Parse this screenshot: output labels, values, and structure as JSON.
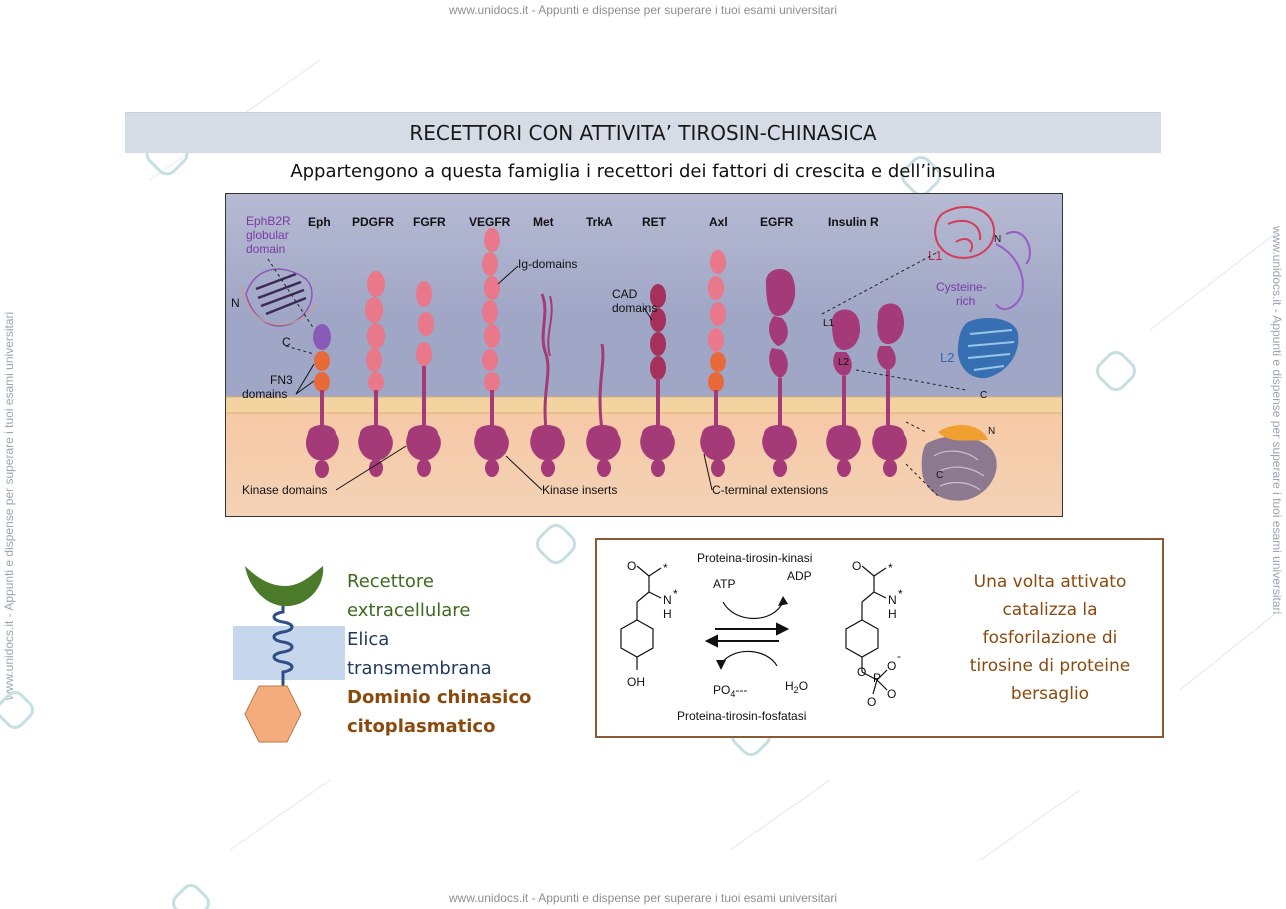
{
  "watermark": {
    "top": "www.unidocs.it - Appunti e dispense per superare i tuoi esami universitari",
    "bottom": "www.unidocs.it - Appunti e dispense per superare i tuoi esami universitari",
    "side": "www.unidocs.it - Appunti e dispense per superare i tuoi esami universitari"
  },
  "slide": {
    "title": "RECETTORI CON ATTIVITA’ TIROSIN-CHINASICA",
    "subtitle": "Appartengono a questa famiglia i recettori dei fattori di crescita e dell’insulina"
  },
  "figure": {
    "receptors": [
      "Eph",
      "PDGFR",
      "FGFR",
      "VEGFR",
      "Met",
      "TrkA",
      "RET",
      "Axl",
      "EGFR",
      "Insulin R"
    ],
    "labels": {
      "ephb2r": [
        "EphB2R",
        "globular",
        "domain"
      ],
      "fn3": [
        "FN3",
        "domains"
      ],
      "ig": "Ig-domains",
      "cad": [
        "CAD",
        "domains"
      ],
      "kinase_domains": "Kinase domains",
      "kinase_inserts": "Kinase inserts",
      "cterm": "C-terminal extensions",
      "l1": "L1",
      "l2": "L2",
      "cys": [
        "Cysteine-",
        "rich"
      ],
      "n": "N",
      "c": "C"
    },
    "colors": {
      "pink": "#e8788a",
      "magenta": "#a53a78",
      "purple": "#8a5ab8",
      "orange": "#e86a3a",
      "membrane": "#f3d4a0",
      "bg_top": "#9ea4c4",
      "bg_bottom": "#f5cca6"
    }
  },
  "legend": {
    "extracellular": [
      "Recettore",
      "extracellulare"
    ],
    "transmembrane": [
      "Elica",
      "transmembrana"
    ],
    "kinase": [
      "Dominio chinasico",
      "citoplasmatico"
    ],
    "colors": {
      "green": "#4a7a2a",
      "blue_band": "#c6d6ec",
      "helix": "#2e4f86",
      "hexagon": "#f4ac7c"
    }
  },
  "reaction": {
    "kinase": "Proteina-tirosin-kinasi",
    "phosphatase": "Proteina-tirosin-fosfatasi",
    "atp": "ATP",
    "adp": "ADP",
    "po4": "PO",
    "po4_sub": "4",
    "po4_tail": "---",
    "h2o_h": "H",
    "h2o_sub": "2",
    "h2o_o": "O",
    "oh": "OH",
    "nh": "N",
    "h": "H",
    "o": "O",
    "p": "P",
    "star": "*",
    "minus": "-",
    "text": [
      "Una volta attivato",
      "catalizza la",
      "fosforilazione di",
      "tirosine di proteine",
      "bersaglio"
    ]
  }
}
